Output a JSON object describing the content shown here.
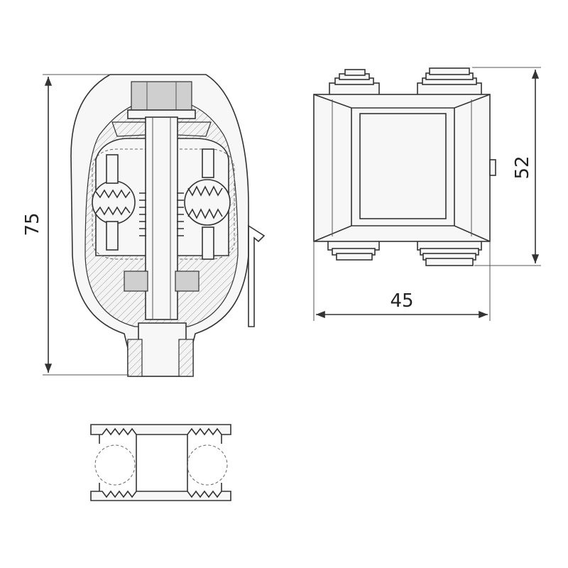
{
  "dimensions": {
    "height_side": "75",
    "height_front": "52",
    "width_front": "45"
  }
}
